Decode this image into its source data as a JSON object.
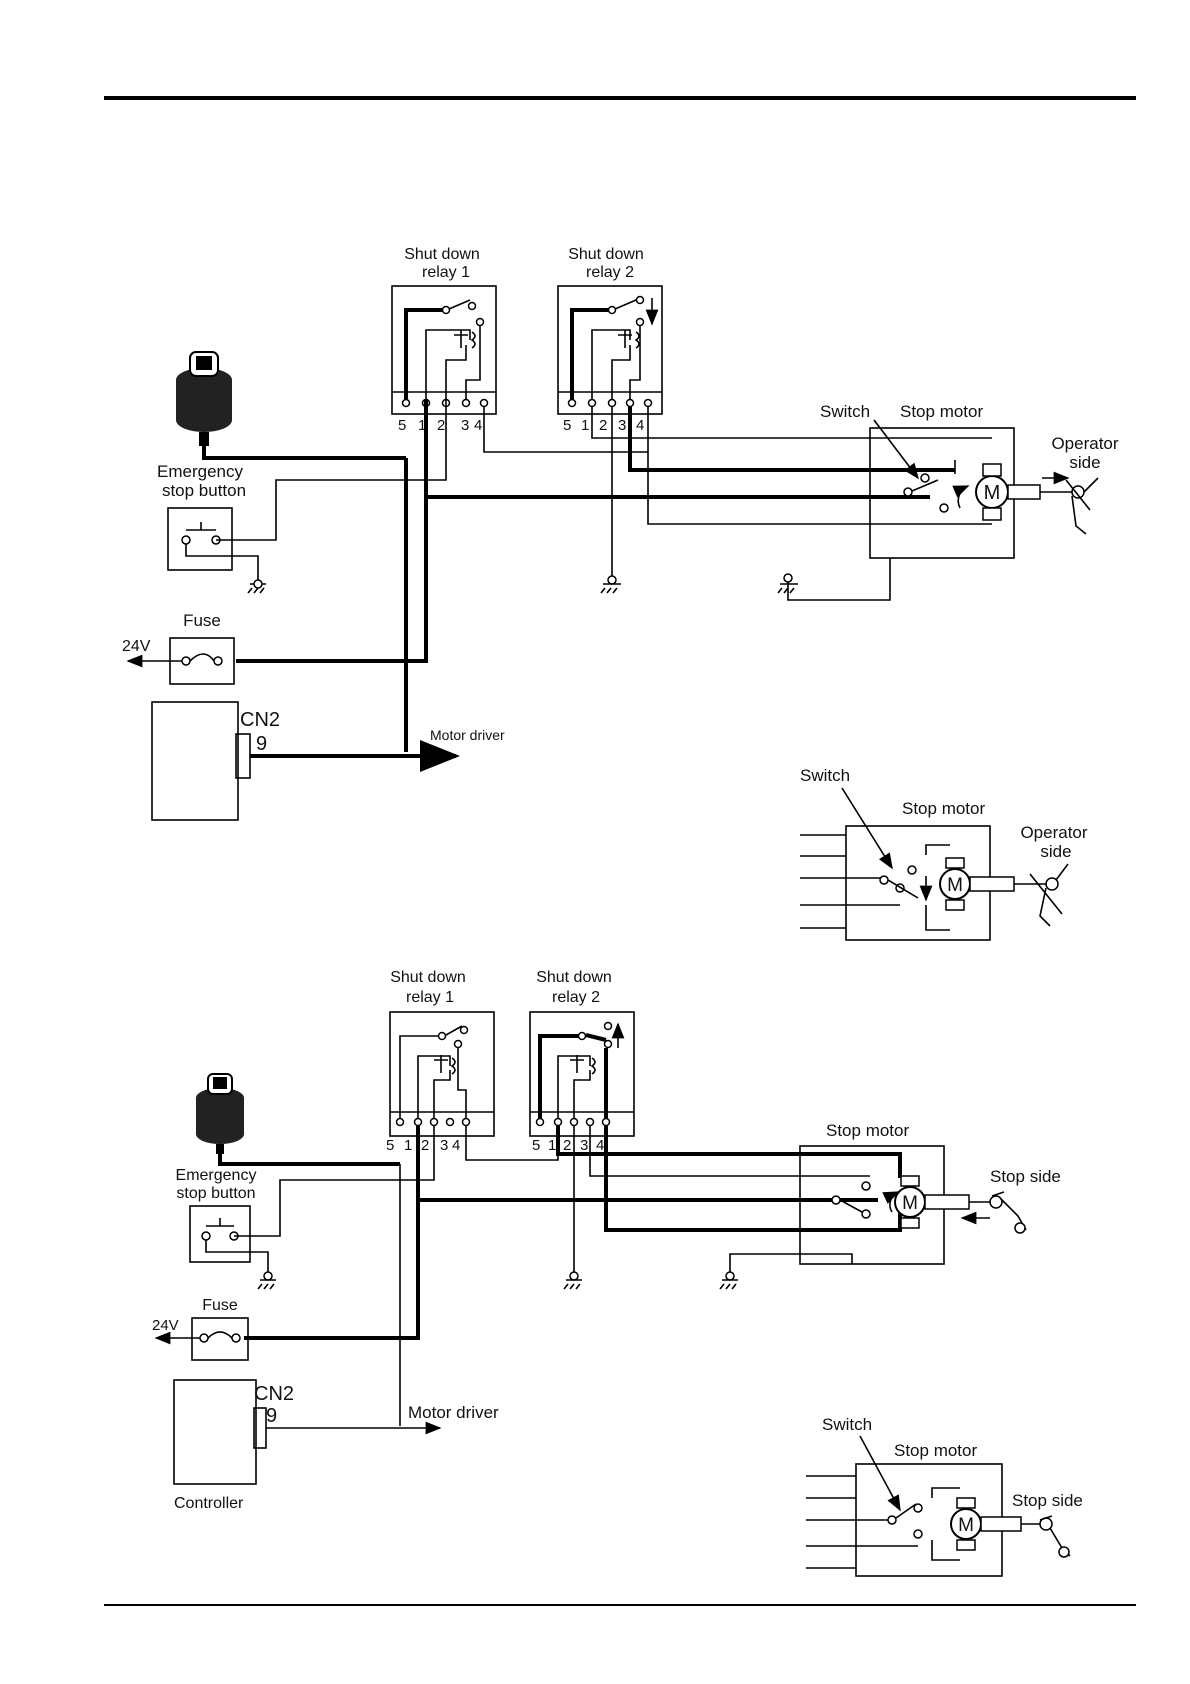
{
  "diagram_top": {
    "relay1_label": [
      "Shut down",
      "relay 1"
    ],
    "relay2_label": [
      "Shut down",
      "relay 2"
    ],
    "relay1_terminals": [
      "5",
      "1",
      "2",
      "3",
      "4"
    ],
    "relay2_terminals": [
      "5",
      "1",
      "2",
      "3",
      "4"
    ],
    "switch_label": "Switch",
    "stop_motor_label": "Stop motor",
    "operator_side_label": [
      "Operator",
      "side"
    ],
    "emergency_label": [
      "Emergency",
      "stop button"
    ],
    "fuse_label": "Fuse",
    "voltage_label": "24V",
    "cn2_label": "CN2",
    "cn2_pin": "9",
    "motor_driver_label": "Motor driver",
    "motor_symbol": "M"
  },
  "inset_top": {
    "switch_label": "Switch",
    "stop_motor_label": "Stop motor",
    "operator_side_label": [
      "Operator",
      "side"
    ],
    "motor_symbol": "M"
  },
  "diagram_bottom": {
    "relay1_label": [
      "Shut down",
      "relay 1"
    ],
    "relay2_label": [
      "Shut down",
      "relay 2"
    ],
    "relay1_terminals": [
      "5",
      "1",
      "2",
      "3",
      "4"
    ],
    "relay2_terminals": [
      "5",
      "1",
      "2",
      "3",
      "4"
    ],
    "stop_motor_label": "Stop motor",
    "stop_side_label": "Stop side",
    "emergency_label": [
      "Emergency",
      "stop button"
    ],
    "fuse_label": "Fuse",
    "voltage_label": "24V",
    "cn2_label": "CN2",
    "cn2_pin": "9",
    "motor_driver_label": "Motor driver",
    "controller_label": "Controller",
    "motor_symbol": "M"
  },
  "inset_bottom": {
    "switch_label": "Switch",
    "stop_motor_label": "Stop motor",
    "stop_side_label": "Stop side",
    "motor_symbol": "M"
  }
}
